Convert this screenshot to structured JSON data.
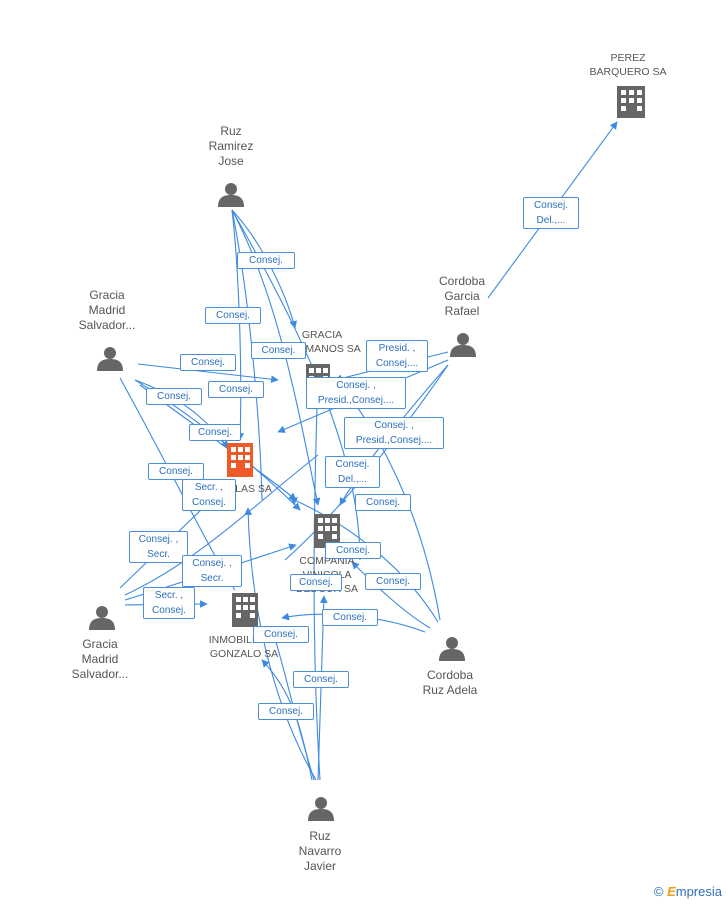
{
  "persons": {
    "ruz_ramirez_jose": [
      "Ruz",
      "Ramirez",
      "Jose"
    ],
    "gracia_madrid_top": [
      "Gracia",
      "Madrid",
      "Salvador..."
    ],
    "cordoba_garcia_rafael": [
      "Cordoba",
      "Garcia",
      "Rafael"
    ],
    "gracia_madrid_bottom": [
      "Gracia",
      "Madrid",
      "Salvador..."
    ],
    "cordoba_ruz_adela": [
      "Cordoba",
      "Ruz Adela"
    ],
    "ruz_navarro_javier": [
      "Ruz",
      "Navarro",
      "Javier"
    ]
  },
  "companies": {
    "perez_barquero": [
      "PEREZ",
      "BARQUERO SA"
    ],
    "gracia_hermanos": [
      "GRACIA",
      "HERMANOS SA"
    ],
    "alas": [
      "ALAS SA"
    ],
    "compania_vinicola": [
      "COMPAÑIA",
      "VINICOLA",
      "DEL SUR SA"
    ],
    "inmobiliaria_gonzalo": [
      "INMOBILIARIA",
      "GONZALO SA"
    ]
  },
  "edge_labels": {
    "e01": [
      "Consej.",
      "Del.,..."
    ],
    "e02": [
      "Consej."
    ],
    "e03": [
      "Consej."
    ],
    "e04": [
      "Consej."
    ],
    "e05": [
      "Presid. ,",
      "Consej...."
    ],
    "e06": [
      "Consej."
    ],
    "e07": [
      "Consej."
    ],
    "e08": [
      "Consej. ,",
      "Presid.,Consej...."
    ],
    "e09": [
      "Consej."
    ],
    "e10": [
      "Consej. ,",
      "Presid.,Consej...."
    ],
    "e11": [
      "Consej."
    ],
    "e12": [
      "Consej.",
      "Del.,..."
    ],
    "e13": [
      "Secr. ,",
      "Consej."
    ],
    "e14": [
      "Consej."
    ],
    "e15": [
      "Consej. ,",
      "Secr."
    ],
    "e16": [
      "Consej."
    ],
    "e17": [
      "Consej. ,",
      "Secr."
    ],
    "e18": [
      "Consej."
    ],
    "e19": [
      "Consej."
    ],
    "e20": [
      "Secr. ,",
      "Consej."
    ],
    "e21": [
      "Consej."
    ],
    "e22": [
      "Consej."
    ],
    "e23": [
      "Consej."
    ],
    "e24": [
      "Consej."
    ]
  },
  "brand": {
    "copyright": "©",
    "initial": "E",
    "name": "mpresia"
  },
  "colors": {
    "edge": "#3d8ae0",
    "person": "#666666",
    "company": "#666666",
    "highlight": "#f05a28"
  }
}
